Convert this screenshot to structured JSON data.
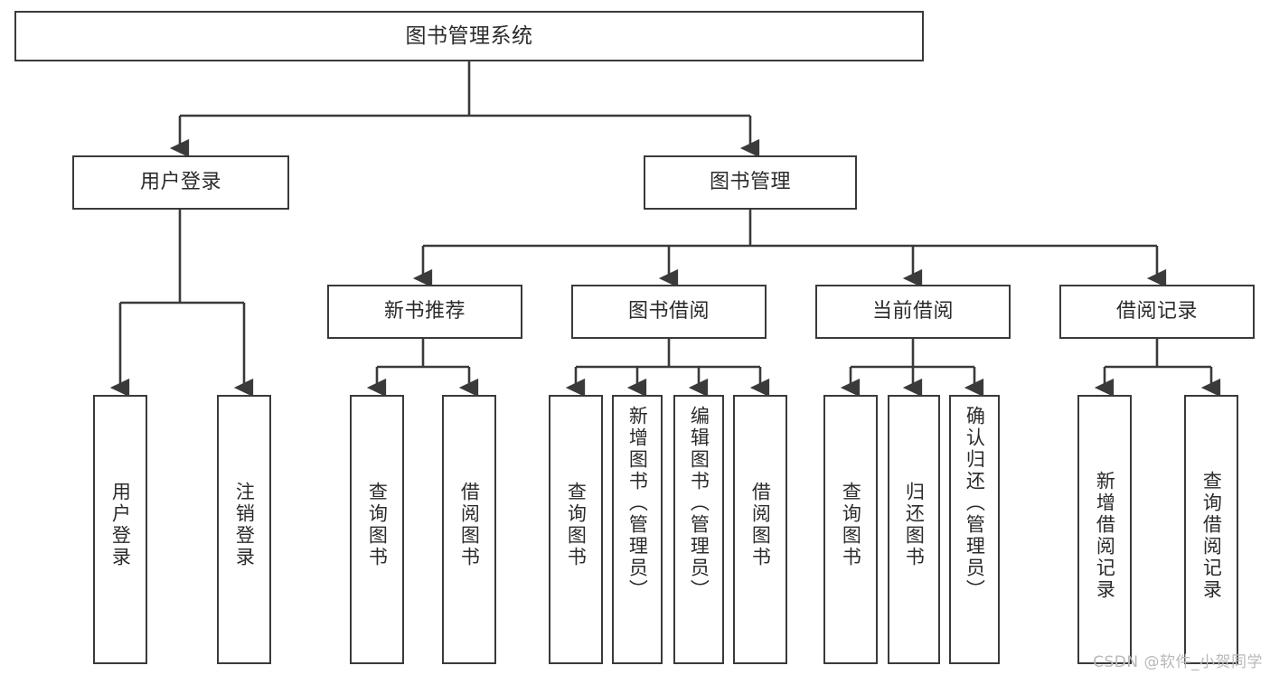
{
  "diagram": {
    "title": "图书管理系统",
    "type": "tree-hierarchy",
    "watermark": "CSDN @软件_小贺同学",
    "colors": {
      "stroke": "#3a3a3a",
      "fill": "#ffffff",
      "text": "#2b2b2b",
      "watermark": "#b9b9b9"
    }
  },
  "nodes": {
    "root": {
      "label": "图书管理系统"
    },
    "level2": [
      {
        "id": "user-login",
        "label": "用户登录"
      },
      {
        "id": "book-manage",
        "label": "图书管理"
      }
    ],
    "level3": [
      {
        "id": "new-book-rec",
        "label": "新书推荐"
      },
      {
        "id": "book-borrow",
        "label": "图书借阅"
      },
      {
        "id": "current-borrow",
        "label": "当前借阅"
      },
      {
        "id": "borrow-record",
        "label": "借阅记录"
      }
    ],
    "leaves": {
      "user-login": [
        {
          "id": "leaf-user-login",
          "label": "用户登录"
        },
        {
          "id": "leaf-logout",
          "label": "注销登录"
        }
      ],
      "new-book-rec": [
        {
          "id": "leaf-query-book-1",
          "label": "查询图书"
        },
        {
          "id": "leaf-borrow-book-1",
          "label": "借阅图书"
        }
      ],
      "book-borrow": [
        {
          "id": "leaf-query-book-2",
          "label": "查询图书"
        },
        {
          "id": "leaf-add-book",
          "label": "新增图书（管理员）"
        },
        {
          "id": "leaf-edit-book",
          "label": "编辑图书（管理员）"
        },
        {
          "id": "leaf-borrow-book-2",
          "label": "借阅图书"
        }
      ],
      "current-borrow": [
        {
          "id": "leaf-query-book-3",
          "label": "查询图书"
        },
        {
          "id": "leaf-return-book",
          "label": "归还图书"
        },
        {
          "id": "leaf-confirm-return",
          "label": "确认归还（管理员）"
        }
      ],
      "borrow-record": [
        {
          "id": "leaf-add-record",
          "label": "新增借阅记录"
        },
        {
          "id": "leaf-query-record",
          "label": "查询借阅记录"
        }
      ]
    }
  }
}
